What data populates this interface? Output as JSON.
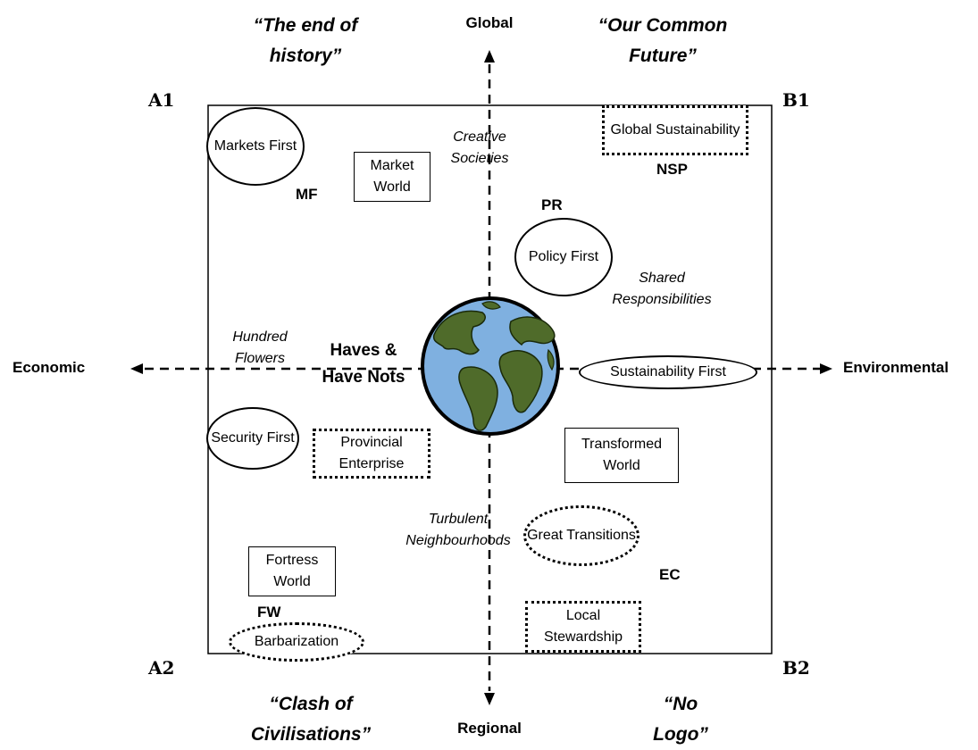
{
  "quotes": {
    "top_left": "“The end of history”",
    "top_right": "“Our Common Future”",
    "bottom_left": "“Clash of Civilisations”",
    "bottom_right": "“No Logo”"
  },
  "axes": {
    "top": "Global",
    "bottom": "Regional",
    "left": "Economic",
    "right": "Environmental"
  },
  "corners": {
    "a1": "A1",
    "b1": "B1",
    "a2": "A2",
    "b2": "B2"
  },
  "codes": {
    "mf": "MF",
    "nsp": "NSP",
    "pr": "PR",
    "ec": "EC",
    "fw": "FW"
  },
  "italics": {
    "creative_societies": "Creative Societies",
    "shared_responsibilities": "Shared Responsibilities",
    "hundred_flowers": "Hundred Flowers",
    "turbulent_neighbourhoods": "Turbulent Neighbourhoods"
  },
  "center": {
    "haves": "Haves & Have Nots"
  },
  "scenarios": {
    "markets_first": "Markets First",
    "market_world": "Market World",
    "global_sustainability": "Global Sustainability",
    "policy_first": "Policy First",
    "sustainability_first": "Sustainability First",
    "security_first": "Security First",
    "provincial_enterprise": "Provincial Enterprise",
    "transformed_world": "Transformed World",
    "great_transitions": "Great Transitions",
    "fortress_world": "Fortress World",
    "barbarization": "Barbarization",
    "local_stewardship": "Local Stewardship"
  },
  "colors": {
    "ocean": "#7fb0e0",
    "land": "#4f6b2a"
  }
}
